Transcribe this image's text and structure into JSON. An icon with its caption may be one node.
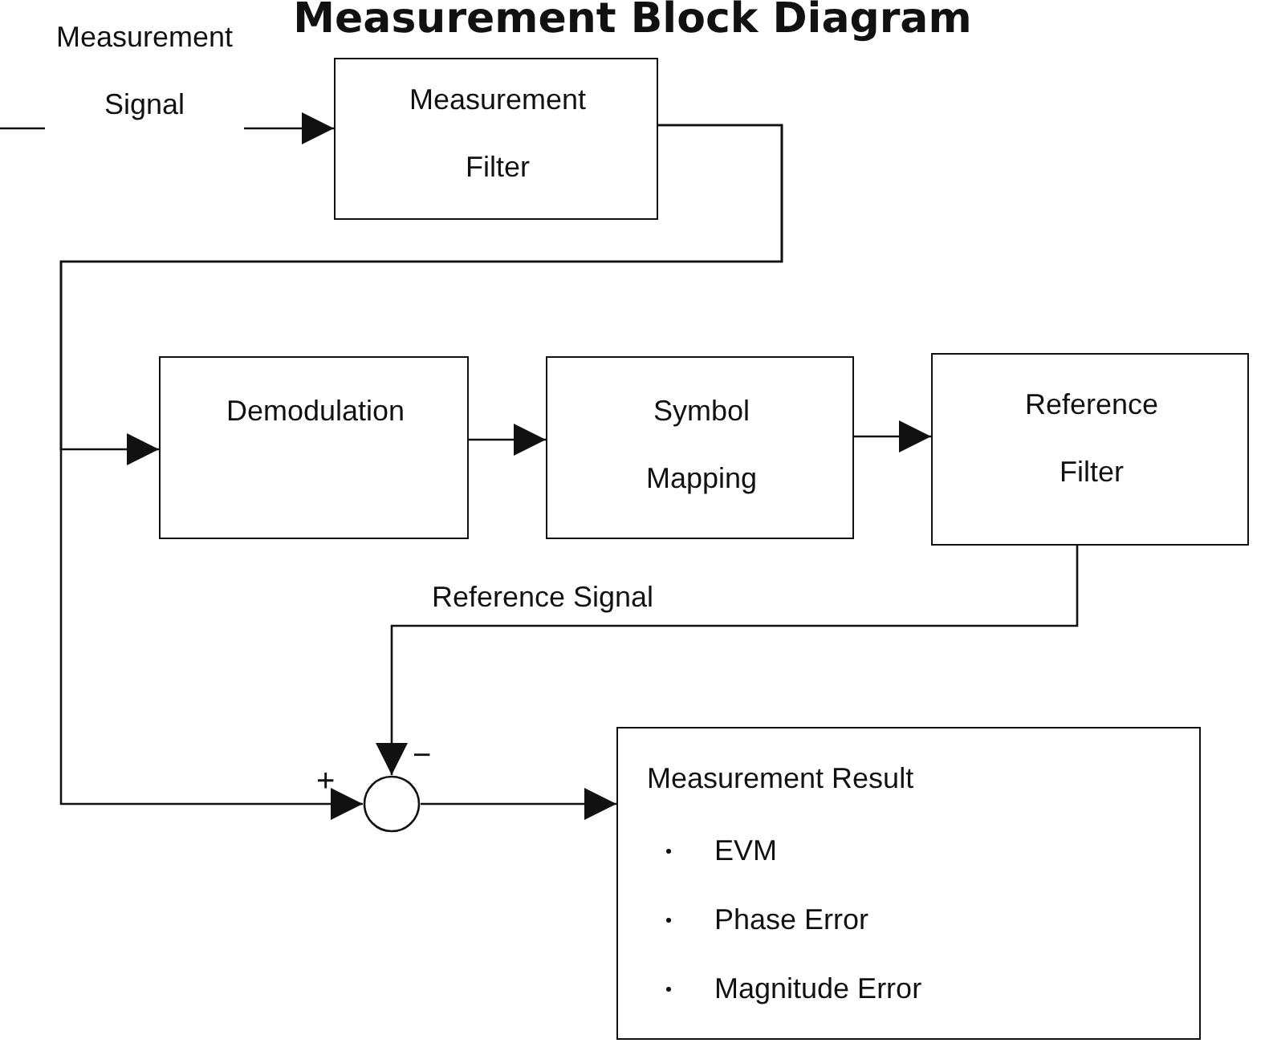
{
  "diagram": {
    "title": "Measurement Block Diagram",
    "nodes": [
      {
        "text": [
          "Measurement Filter"
        ]
      },
      {
        "text": [
          "Demodulation"
        ]
      },
      {
        "text": [
          "Symbol Mapping"
        ]
      },
      {
        "text": [
          "Reference Filter"
        ]
      },
      {
        "text": [],
        "shape": "circle"
      },
      {
        "text": [
          "Measurement Result",
          "EVM",
          "Phase Error",
          "Magnitude Error"
        ]
      }
    ],
    "edges": [
      {
        "from": null,
        "to": 0,
        "arrow": "to",
        "label": "Measurement Signal"
      },
      {
        "from": 0,
        "to": 1,
        "arrow": "to"
      },
      {
        "from": 0,
        "to": 4,
        "arrow": "to"
      },
      {
        "from": 1,
        "to": 2,
        "arrow": "to"
      },
      {
        "from": 2,
        "to": 3,
        "arrow": "to"
      },
      {
        "from": 3,
        "to": 4,
        "arrow": "to",
        "label": "Reference Signal"
      },
      {
        "from": 4,
        "to": 5,
        "arrow": "to"
      }
    ],
    "labels": [
      "+",
      "−"
    ]
  }
}
